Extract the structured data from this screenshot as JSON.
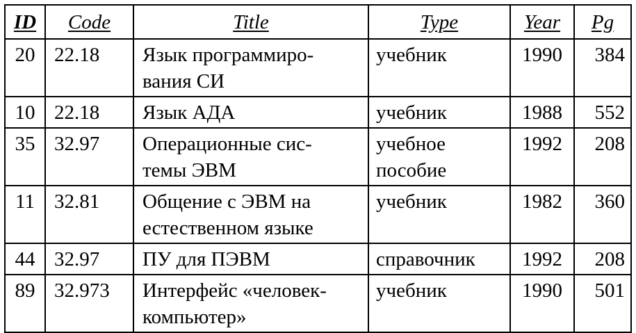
{
  "table": {
    "headers": {
      "id": "ID",
      "code": "Code",
      "title": "Title",
      "type": "Type",
      "year": "Year",
      "pg": "Pg"
    },
    "rows": [
      {
        "id": "20",
        "code": "22.18",
        "title": [
          "Язык программиро-",
          "вания СИ"
        ],
        "type": [
          "учебник"
        ],
        "year": "1990",
        "pg": "384"
      },
      {
        "id": "10",
        "code": "22.18",
        "title": [
          "Язык АДА"
        ],
        "type": [
          "учебник"
        ],
        "year": "1988",
        "pg": "552"
      },
      {
        "id": "35",
        "code": "32.97",
        "title": [
          "Операционные сис-",
          "темы ЭВМ"
        ],
        "type": [
          "учебное",
          "пособие"
        ],
        "year": "1992",
        "pg": "208"
      },
      {
        "id": "11",
        "code": "32.81",
        "title": [
          "Общение с ЭВМ на",
          "естественном языке"
        ],
        "type": [
          "учебник"
        ],
        "year": "1982",
        "pg": "360"
      },
      {
        "id": "44",
        "code": "32.97",
        "title": [
          "ПУ для ПЭВМ"
        ],
        "type": [
          "справочник"
        ],
        "year": "1992",
        "pg": "208"
      },
      {
        "id": "89",
        "code": "32.973",
        "title": [
          "Интерфейс «человек-",
          "компьютер»"
        ],
        "type": [
          "учебник"
        ],
        "year": "1990",
        "pg": "501"
      }
    ]
  }
}
